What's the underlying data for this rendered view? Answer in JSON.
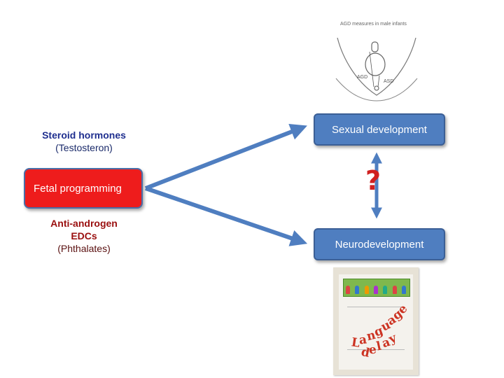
{
  "left": {
    "steroid_title": "Steroid hormones",
    "steroid_sub": "(Testosteron)",
    "fetal_label": "Fetal programming",
    "anti_line1": "Anti-androgen",
    "anti_line2": "EDCs",
    "anti_sub": "(Phthalates)"
  },
  "right": {
    "sexual_label": "Sexual development",
    "neuro_label": "Neurodevelopment",
    "question_mark": "?"
  },
  "agd_figure": {
    "caption": "AGD measures in male infants",
    "label_agd": "AGD",
    "label_asd": "ASD"
  },
  "poster": {
    "words": [
      "L",
      "a",
      "n",
      "g",
      "u",
      "a",
      "g",
      "e"
    ],
    "delay_letters": [
      "d",
      "e",
      "l",
      "a",
      "y"
    ]
  },
  "colors": {
    "arrow": "#4f7ec0",
    "fetal_fill": "#ee1c1c",
    "box_fill": "#4f7ec0"
  }
}
